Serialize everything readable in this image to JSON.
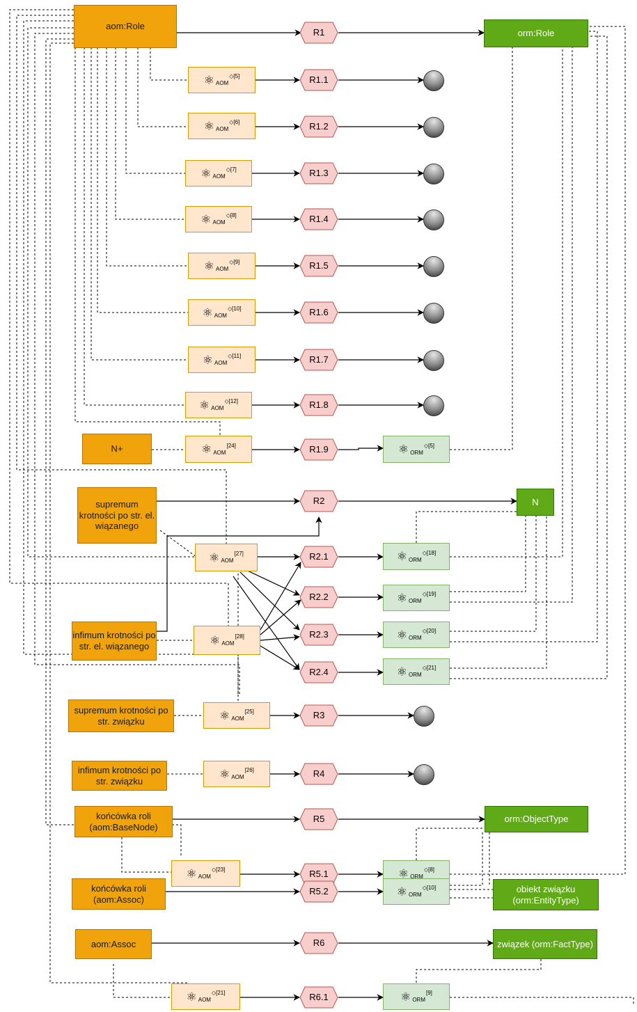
{
  "sources": {
    "aom_role": "aom:Role",
    "n_plus": "N+",
    "supremum_el": "supremum krotności po str. el. wiązanego",
    "infimum_el": "infimum krotności po str. el. wiązanego",
    "supremum_assoc": "supremum krotności po str. związku",
    "infimum_assoc": "infimum krotności po str. związku",
    "koncowka_basenode": "końcówka roli (aom:BaseNode)",
    "koncowka_assoc": "końcówka roli (aom:Assoc)",
    "aom_assoc": "aom:Assoc"
  },
  "targets": {
    "orm_role": "orm:Role",
    "n": "N",
    "orm_objecttype": "orm:ObjectType",
    "obiekt_zwiazku": "obiekt związku (orm:EntityType)",
    "zwiazek": "związek (orm:FactType)"
  },
  "rules": [
    "R1",
    "R1.1",
    "R1.2",
    "R1.3",
    "R1.4",
    "R1.5",
    "R1.6",
    "R1.7",
    "R1.8",
    "R1.9",
    "R2",
    "R2.1",
    "R2.2",
    "R2.3",
    "R2.4",
    "R3",
    "R4",
    "R5",
    "R5.1",
    "R5.2",
    "R6",
    "R6.1"
  ],
  "aom_patterns": [
    {
      "sub": "AOM",
      "sup": "◇[5]"
    },
    {
      "sub": "AOM",
      "sup": "◇[6]"
    },
    {
      "sub": "AOM",
      "sup": "◇[7]"
    },
    {
      "sub": "AOM",
      "sup": "◇[8]"
    },
    {
      "sub": "AOM",
      "sup": "◇[9]"
    },
    {
      "sub": "AOM",
      "sup": "◇[10]"
    },
    {
      "sub": "AOM",
      "sup": "◇[11]"
    },
    {
      "sub": "AOM",
      "sup": "◇[12]"
    },
    {
      "sub": "AOM",
      "sup": "[24]"
    },
    {
      "sub": "AOM",
      "sup": "[27]"
    },
    {
      "sub": "AOM",
      "sup": "[28]"
    },
    {
      "sub": "AOM",
      "sup": "[25]"
    },
    {
      "sub": "AOM",
      "sup": "[26]"
    },
    {
      "sub": "AOM",
      "sup": "◇[23]"
    },
    {
      "sub": "AOM",
      "sup": "◇[21]"
    }
  ],
  "orm_patterns": [
    {
      "sub": "ORM",
      "sup": "◇[5]"
    },
    {
      "sub": "ORM",
      "sup": "◇[18]"
    },
    {
      "sub": "ORM",
      "sup": "◇[19]"
    },
    {
      "sub": "ORM",
      "sup": "◇[20]"
    },
    {
      "sub": "ORM",
      "sup": "◇[21]"
    },
    {
      "sub": "ORM",
      "sup": "◇[8]"
    },
    {
      "sub": "ORM",
      "sup": "◇[10]"
    },
    {
      "sub": "ORM",
      "sup": "[9]"
    }
  ],
  "pattern_icon": "atom-icon",
  "colors": {
    "source_fill": "#f0a30a",
    "target_fill": "#60a917",
    "aom_pattern_fill": "#ffe6cc",
    "orm_pattern_fill": "#d5e8d4",
    "rule_fill": "#f8cecc",
    "rule_stroke": "#b85450"
  }
}
